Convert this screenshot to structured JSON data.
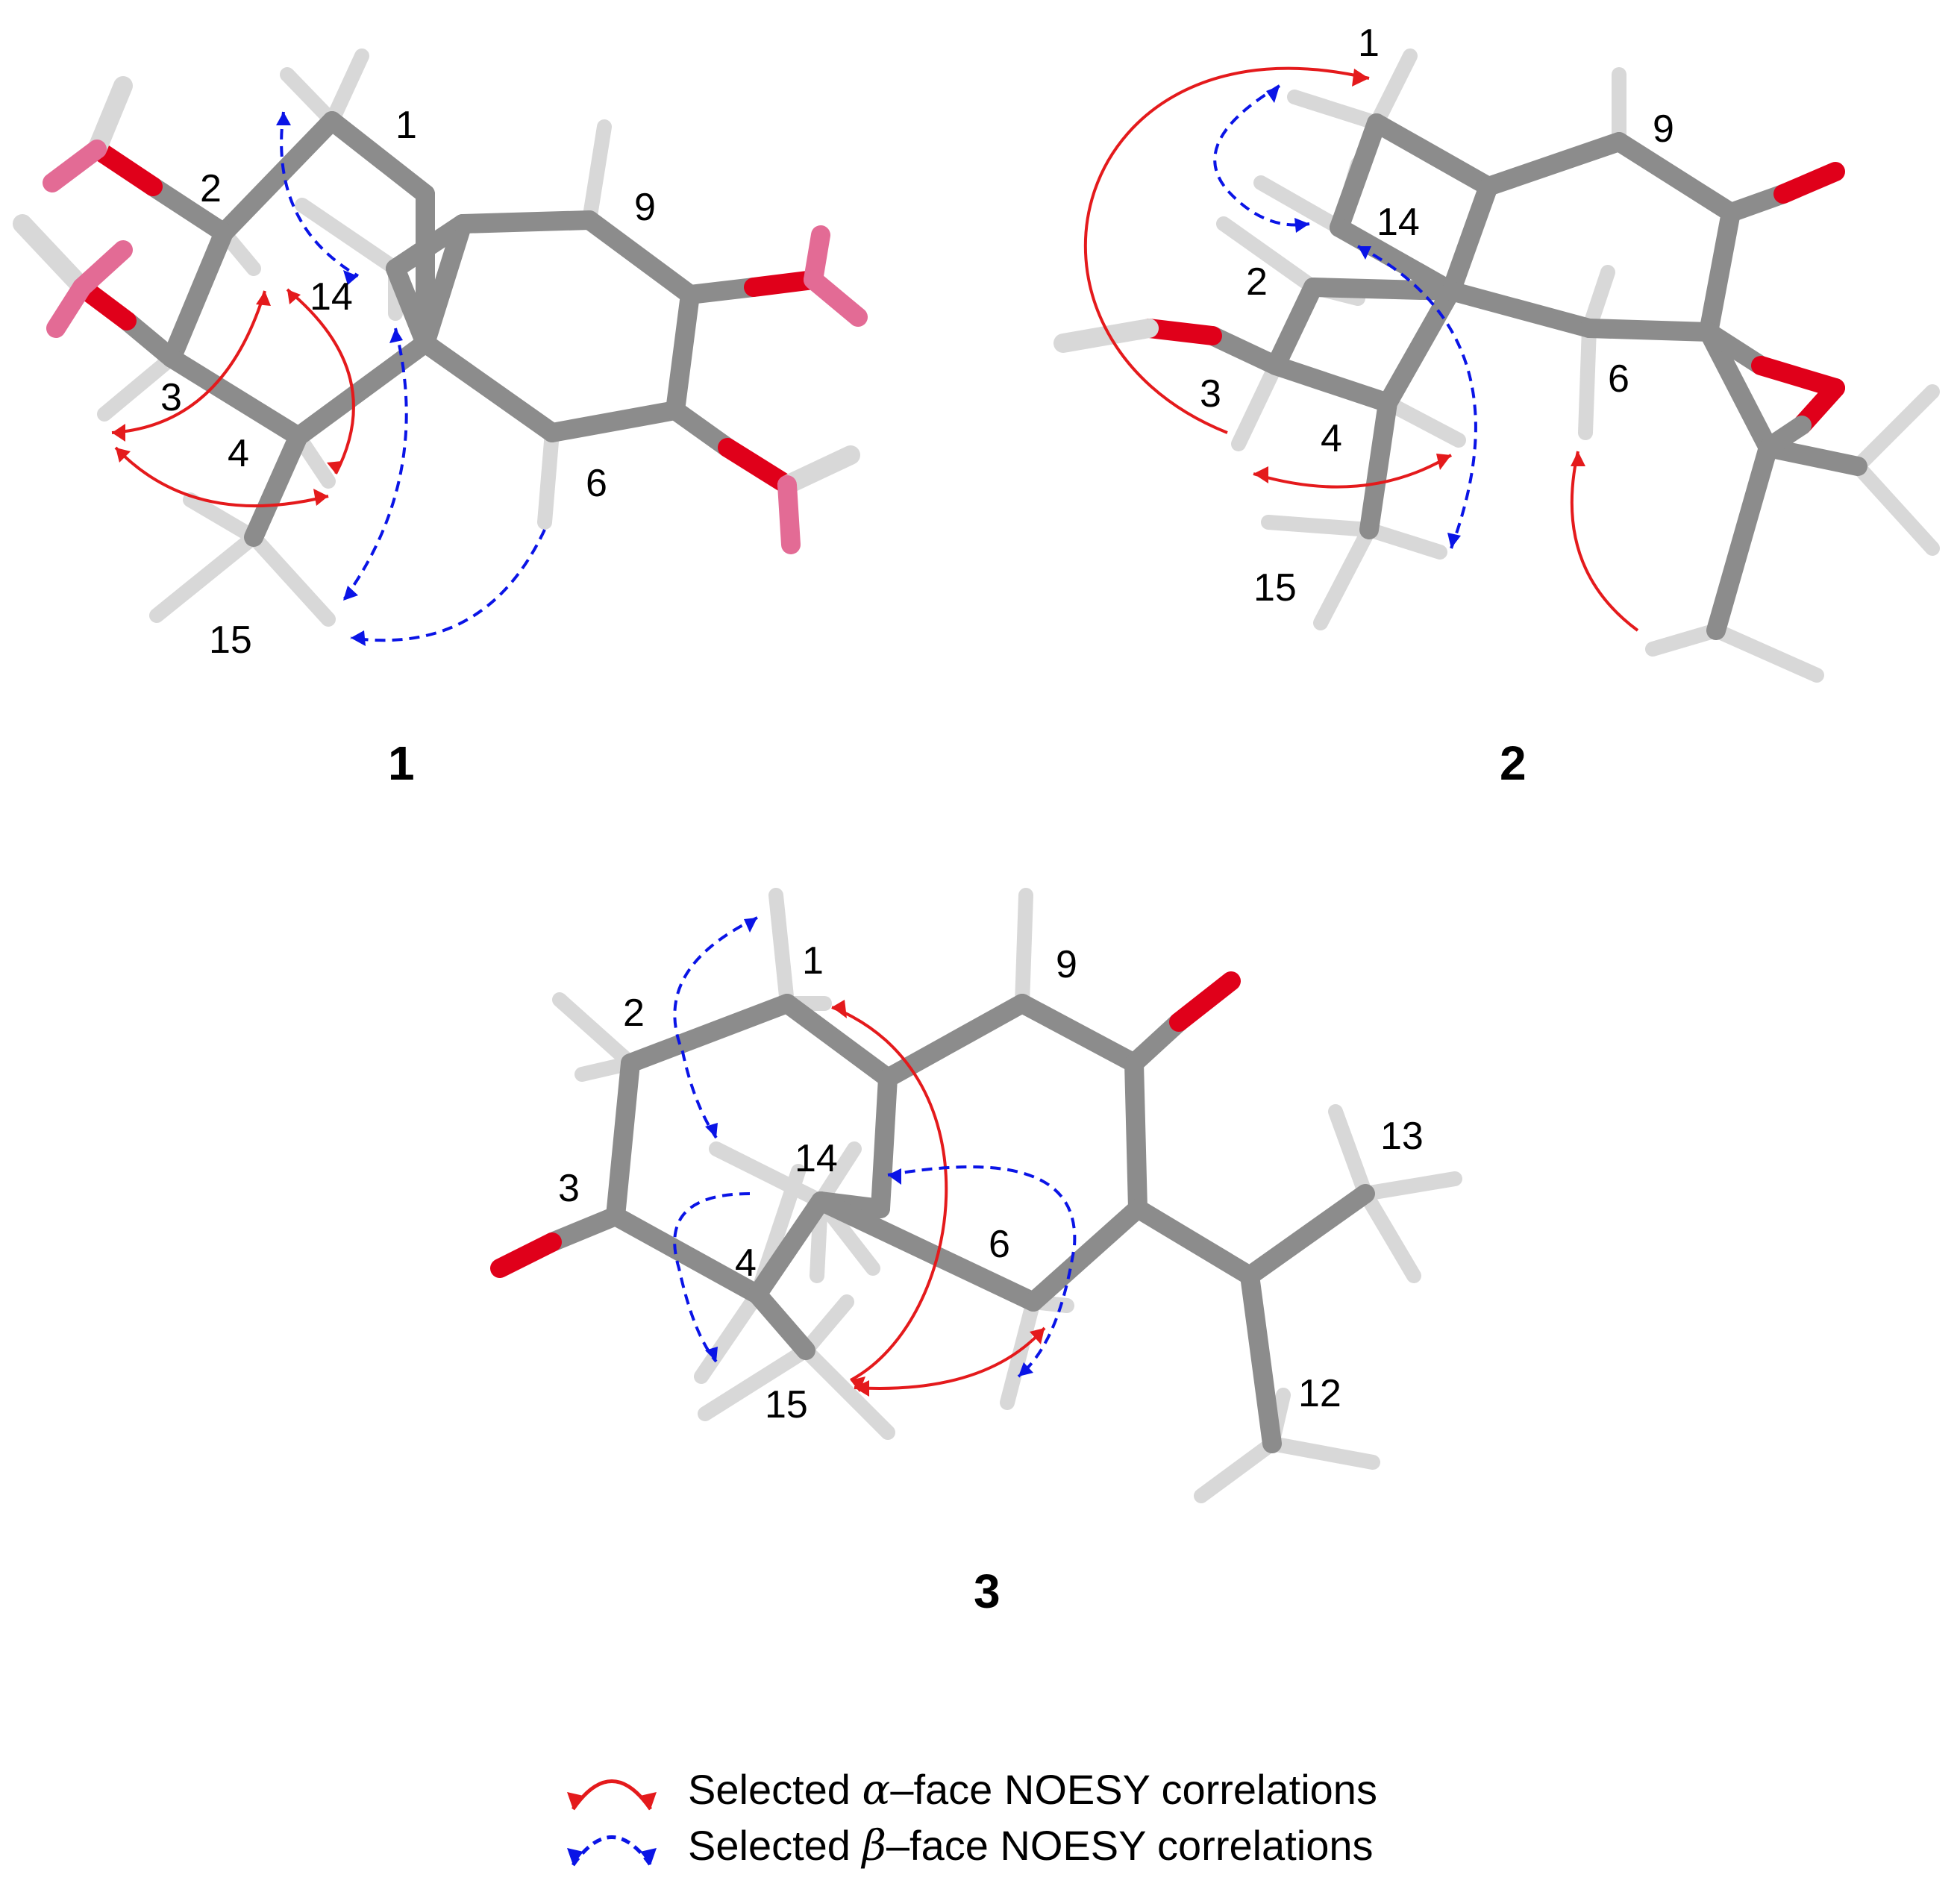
{
  "colors": {
    "carbon": "#8c8c8c",
    "hydrogen": "#d8d8d8",
    "oxygen": "#e0001a",
    "hydroxyl_h": "#e36b95",
    "alpha_arrow": "#e41a1c",
    "beta_arrow": "#0a14e6"
  },
  "compounds": [
    {
      "label": "1",
      "atom_labels": [
        "1",
        "2",
        "14",
        "9",
        "3",
        "4",
        "6",
        "15"
      ]
    },
    {
      "label": "2",
      "atom_labels": [
        "1",
        "9",
        "14",
        "2",
        "3",
        "6",
        "4",
        "15"
      ]
    },
    {
      "label": "3",
      "atom_labels": [
        "1",
        "9",
        "2",
        "13",
        "14",
        "3",
        "6",
        "4",
        "15",
        "12"
      ]
    }
  ],
  "legend": {
    "alpha_prefix": "Selected ",
    "alpha_symbol": "α",
    "alpha_suffix": "–face NOESY correlations",
    "beta_prefix": "Selected ",
    "beta_symbol": "β",
    "beta_suffix": "–face NOESY correlations"
  }
}
